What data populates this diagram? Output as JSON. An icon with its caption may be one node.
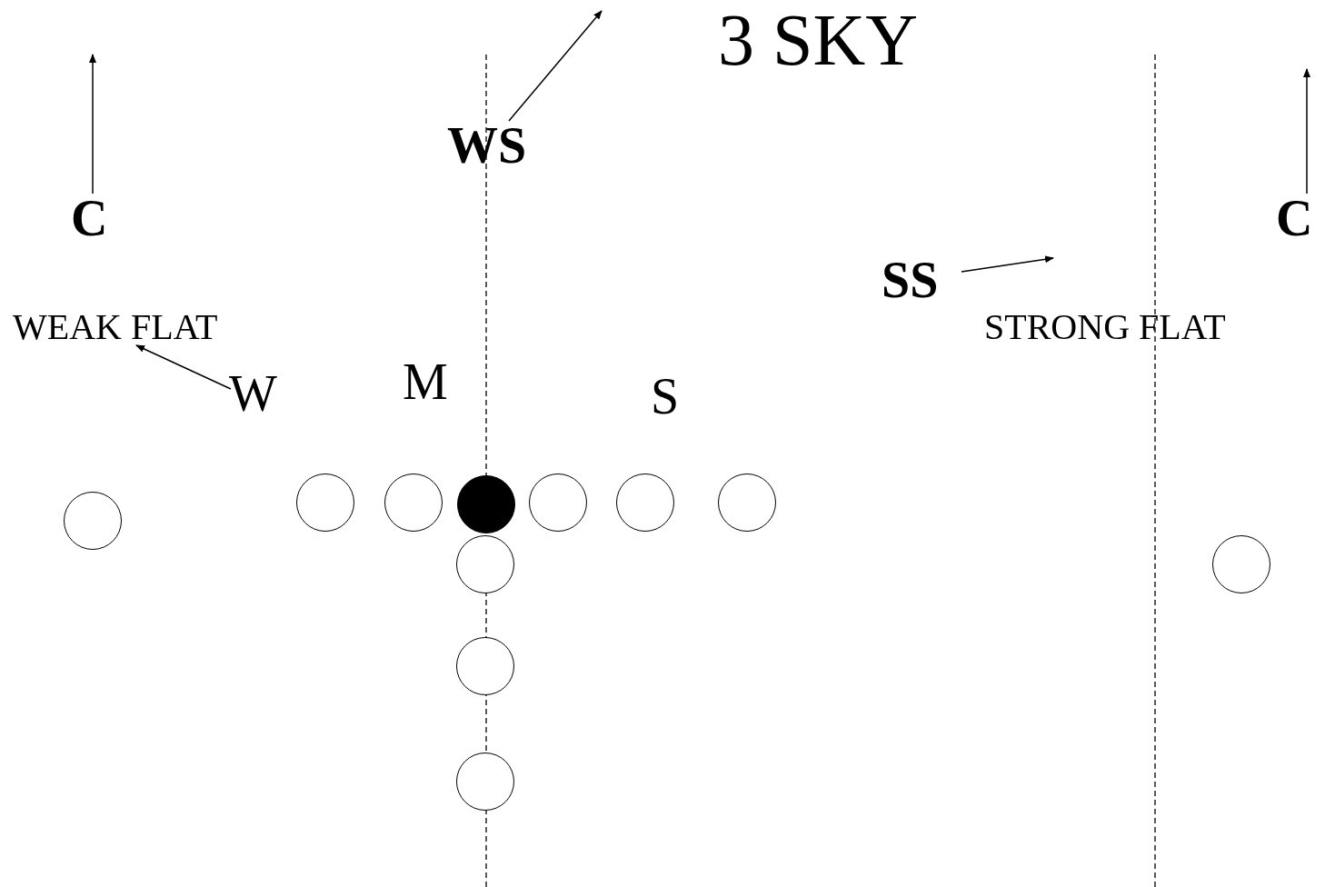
{
  "diagram": {
    "title": "3 SKY",
    "nodes": [
      {
        "text": [
          "C"
        ]
      },
      {
        "text": [
          "WS"
        ]
      },
      {
        "text": [
          "C"
        ]
      },
      {
        "text": [
          "SS"
        ]
      },
      {
        "text": [
          "WEAK FLAT"
        ]
      },
      {
        "text": [
          "W"
        ]
      },
      {
        "text": [],
        "shape": "circle"
      },
      {
        "text": [],
        "shape": "circle"
      },
      {
        "text": [],
        "shape": "circle"
      },
      {
        "text": [],
        "shape": "disc"
      },
      {
        "text": [],
        "shape": "circle"
      },
      {
        "text": [],
        "shape": "circle"
      },
      {
        "text": [],
        "shape": "circle"
      },
      {
        "text": [],
        "shape": "circle"
      },
      {
        "text": [],
        "shape": "circle"
      },
      {
        "text": [],
        "shape": "circle"
      },
      {
        "text": [],
        "shape": "circle"
      }
    ],
    "edges": [
      {
        "from": 0,
        "to": null,
        "arrow": "to"
      },
      {
        "from": 1,
        "to": null,
        "arrow": "to"
      },
      {
        "from": 2,
        "to": null,
        "arrow": "to"
      },
      {
        "from": 3,
        "to": null,
        "arrow": "to"
      },
      {
        "from": 5,
        "to": 4,
        "arrow": "to"
      }
    ],
    "labels": [
      "STRONG FLAT",
      "M",
      "S"
    ]
  }
}
